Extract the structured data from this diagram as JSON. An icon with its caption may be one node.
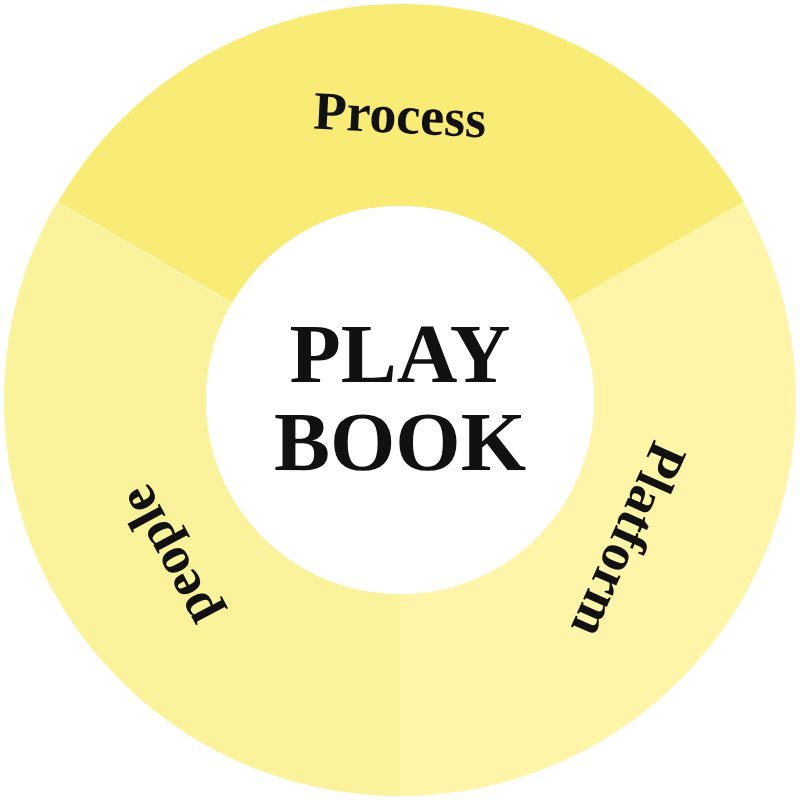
{
  "diagram": {
    "nodes": [
      {
        "text": [
          "Process"
        ]
      },
      {
        "text": [
          "PLAY BOOK"
        ]
      },
      {
        "text": [
          "Platform"
        ]
      },
      {
        "text": [
          "people"
        ]
      }
    ]
  }
}
